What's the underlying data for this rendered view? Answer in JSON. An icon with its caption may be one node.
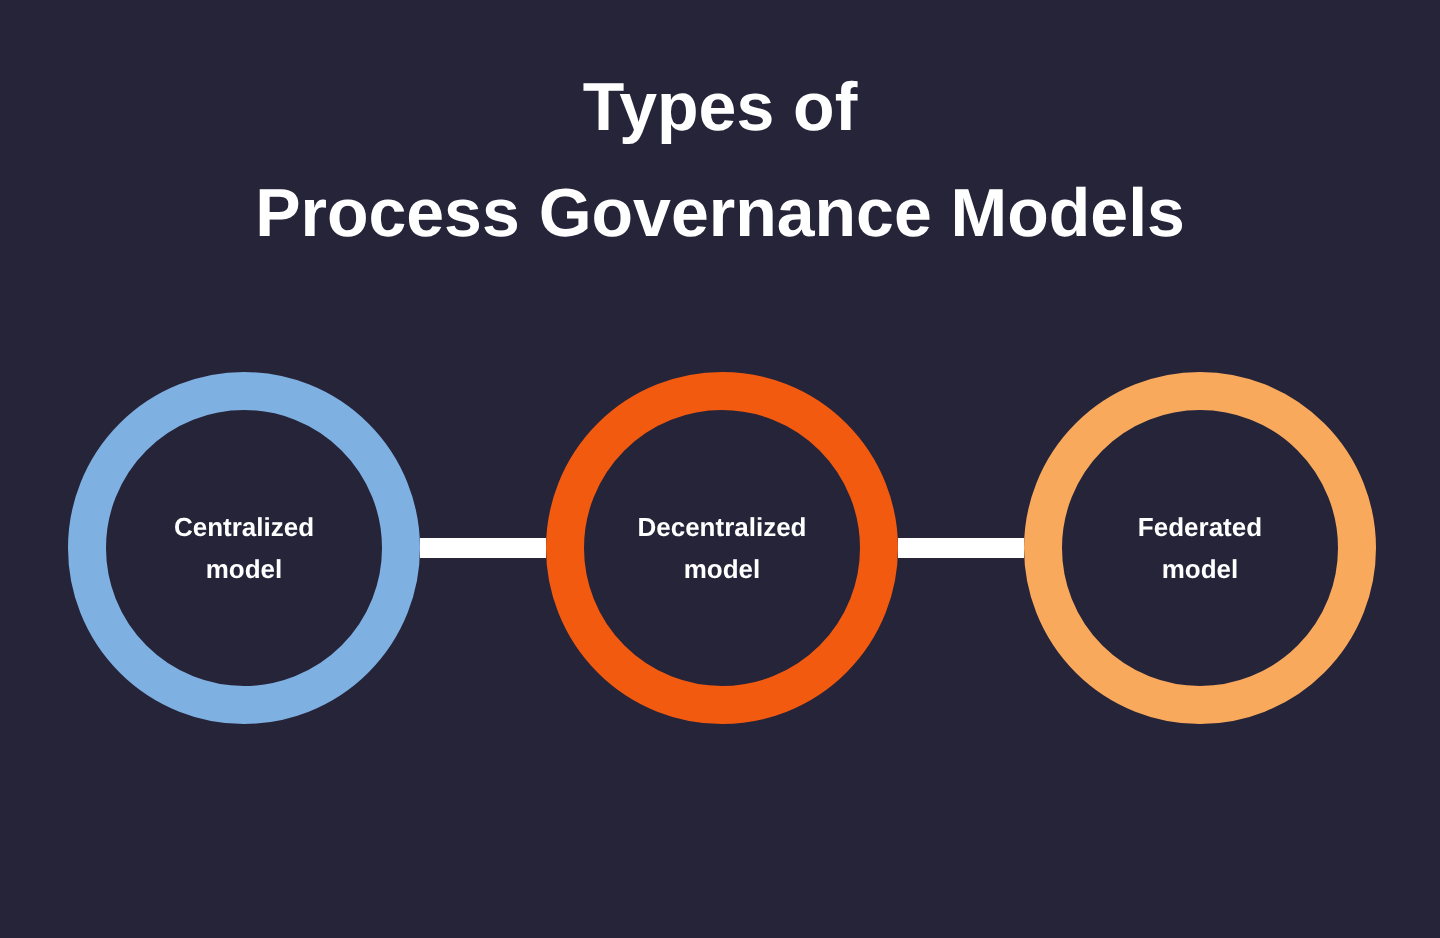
{
  "diagram": {
    "title": "Types of Process Governance Models",
    "nodes": [
      {
        "text": [
          "Centralized model"
        ]
      },
      {
        "text": [
          "Decentralized model"
        ]
      },
      {
        "text": [
          "Federated model"
        ]
      }
    ],
    "edges": [
      {
        "from": 0,
        "to": 1,
        "arrow": "none",
        "color": "#ffffff"
      },
      {
        "from": 1,
        "to": 2,
        "arrow": "none",
        "color": "#ffffff"
      }
    ]
  }
}
